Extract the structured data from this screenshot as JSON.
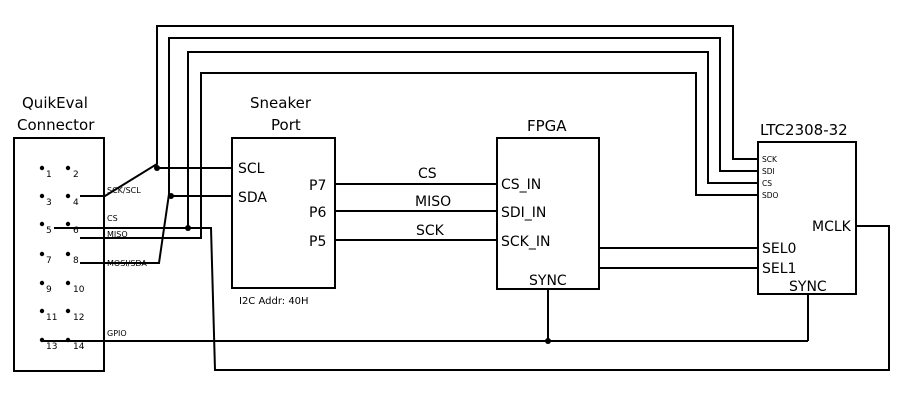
{
  "quikeval": {
    "title_line1": "QuikEval",
    "title_line2": "Connector",
    "pins": [
      "1",
      "2",
      "3",
      "4",
      "5",
      "6",
      "7",
      "8",
      "9",
      "10",
      "11",
      "12",
      "13",
      "14"
    ],
    "signals": {
      "sck_scl": "SCK/SCL",
      "cs": "CS",
      "miso": "MISO",
      "mosi_sda": "MOSI/SDA",
      "gpio": "GPIO"
    }
  },
  "sneaker": {
    "title_line1": "Sneaker",
    "title_line2": "Port",
    "scl": "SCL",
    "sda": "SDA",
    "p7": "P7",
    "p6": "P6",
    "p5": "P5",
    "addr": "I2C Addr: 40H"
  },
  "nets": {
    "cs": "CS",
    "miso": "MISO",
    "sck": "SCK"
  },
  "fpga": {
    "title": "FPGA",
    "cs_in": "CS_IN",
    "sdi_in": "SDI_IN",
    "sck_in": "SCK_IN",
    "sync": "SYNC"
  },
  "ltc": {
    "title": "LTC2308-32",
    "sck": "SCK",
    "sdi": "SDI",
    "cs": "CS",
    "sdo": "SDO",
    "mclk": "MCLK",
    "sel0": "SEL0",
    "sel1": "SEL1",
    "sync": "SYNC"
  }
}
